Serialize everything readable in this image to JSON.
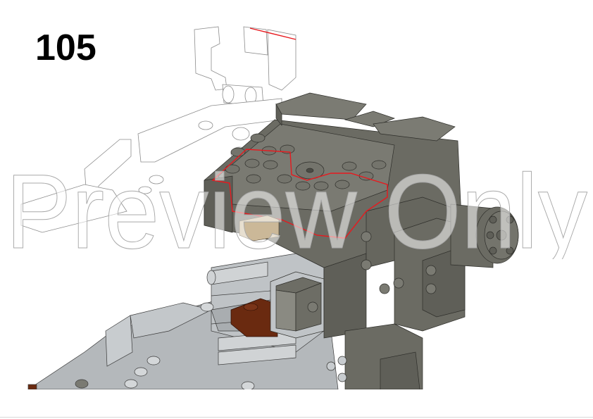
{
  "page": {
    "step_number": "105",
    "watermark_text": "Preview Only"
  },
  "illustration": {
    "subject": "LEGO model assembly step — dark stone grey engine block with light grey chassis, reddish-brown plate, and wheel hub",
    "highlight_outline_color": "#e8191e",
    "colors": {
      "dark_stone_grey": "#6b6b63",
      "dark_stone_grey_top": "#7a7a72",
      "light_bluish_grey": "#b9bdc0",
      "light_bluish_grey_shade": "#a3a7aa",
      "reddish_brown": "#6a2a10",
      "tan": "#cbb898",
      "outline_ghost": "#9a9a9a"
    }
  },
  "colors": {
    "background": "#ffffff",
    "step_number": "#000000",
    "watermark_fill": "rgba(255,255,255,0.55)",
    "watermark_stroke": "#a8a8a8"
  }
}
